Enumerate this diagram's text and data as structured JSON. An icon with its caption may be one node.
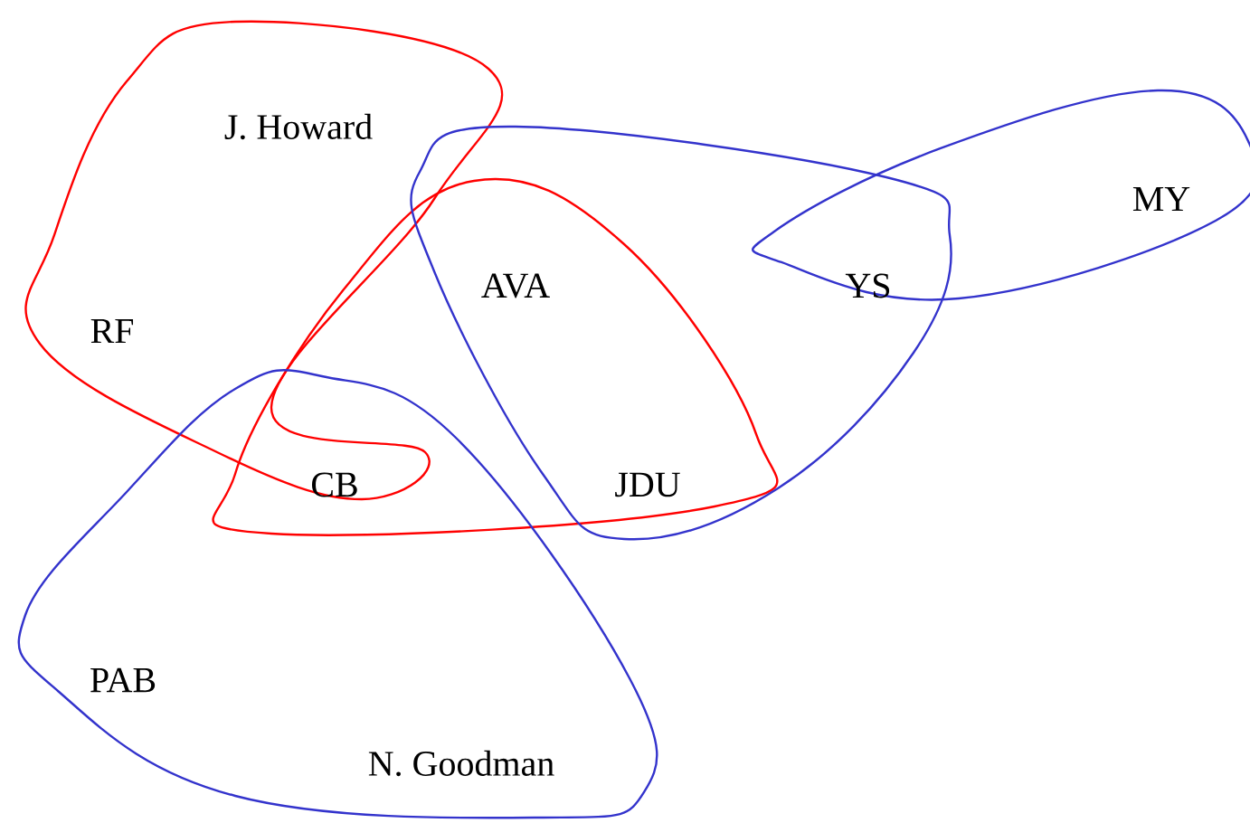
{
  "diagram": {
    "labels": [
      "J. Howard",
      "MY",
      "AVA",
      "YS",
      "RF",
      "CB",
      "JDU",
      "PAB",
      "N. Goodman"
    ]
  }
}
